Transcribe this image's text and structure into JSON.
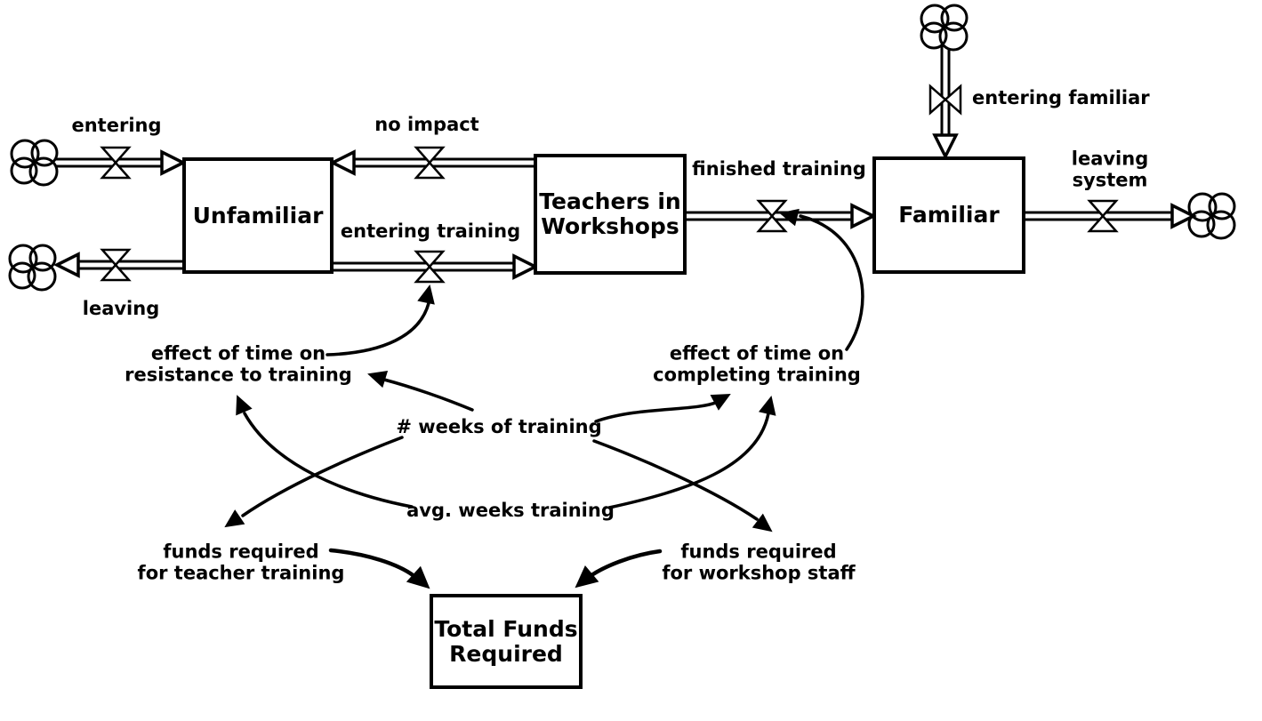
{
  "stocks": {
    "unfamiliar": "Unfamiliar",
    "teachers_in_workshops": "Teachers in\nWorkshops",
    "familiar": "Familiar",
    "total_funds_required": "Total Funds\nRequired"
  },
  "flows": {
    "entering": "entering",
    "leaving": "leaving",
    "no_impact": "no impact",
    "entering_training": "entering training",
    "finished_training": "finished training",
    "entering_familiar": "entering familiar",
    "leaving_system": "leaving system"
  },
  "converters": {
    "effect_resistance": "effect of time on\nresistance to training",
    "effect_completing": "effect of time on\ncompleting training",
    "num_weeks_training": "# weeks of training",
    "avg_weeks_training": "avg. weeks training",
    "funds_teacher": "funds required\nfor teacher training",
    "funds_workshop": "funds required\nfor workshop staff"
  },
  "colors": {
    "ink": "#000000",
    "background": "#ffffff"
  }
}
